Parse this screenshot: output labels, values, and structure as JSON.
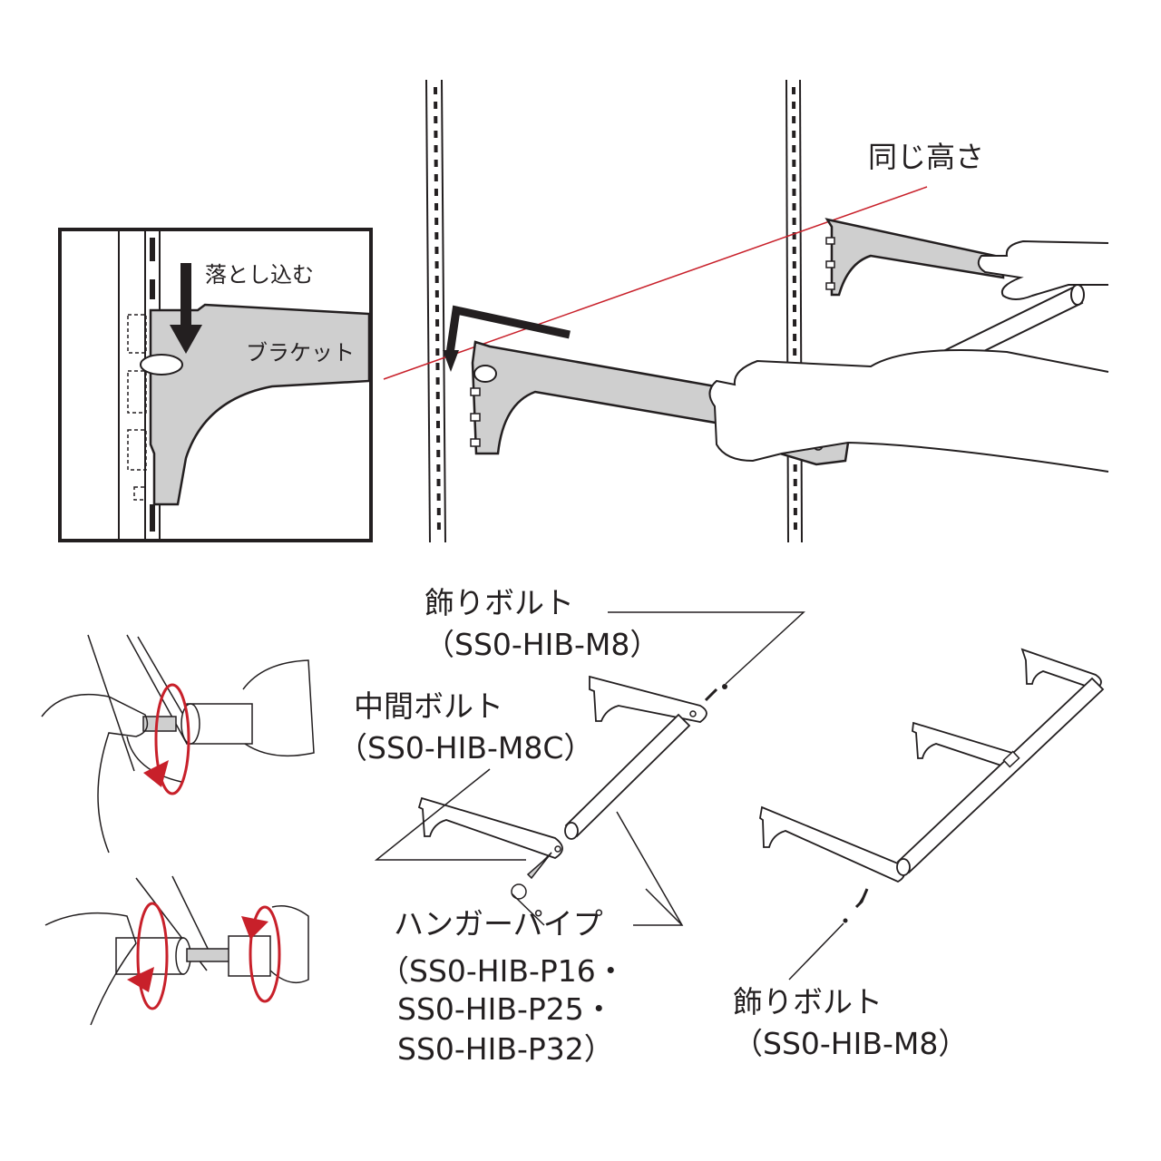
{
  "labels": {
    "drop_in": "落とし込む",
    "bracket": "ブラケット",
    "same_height": "同じ高さ",
    "deco_bolt_top_name": "飾りボルト",
    "deco_bolt_top_code": "（SS0-HIB-M8）",
    "middle_bolt_name": "中間ボルト",
    "middle_bolt_code": "（SS0-HIB-M8C）",
    "hanger_pipe_name": "ハンガーパイプ",
    "hanger_pipe_code_1": "（SS0-HIB-P16・",
    "hanger_pipe_code_2": "SS0-HIB-P25・",
    "hanger_pipe_code_3": "SS0-HIB-P32）",
    "deco_bolt_bottom_name": "飾りボルト",
    "deco_bolt_bottom_code": "（SS0-HIB-M8）"
  },
  "colors": {
    "line": "#231f20",
    "bracket_fill": "#cfcfcf",
    "guide_red": "#c8202a",
    "arrow_red": "#c8202a"
  }
}
